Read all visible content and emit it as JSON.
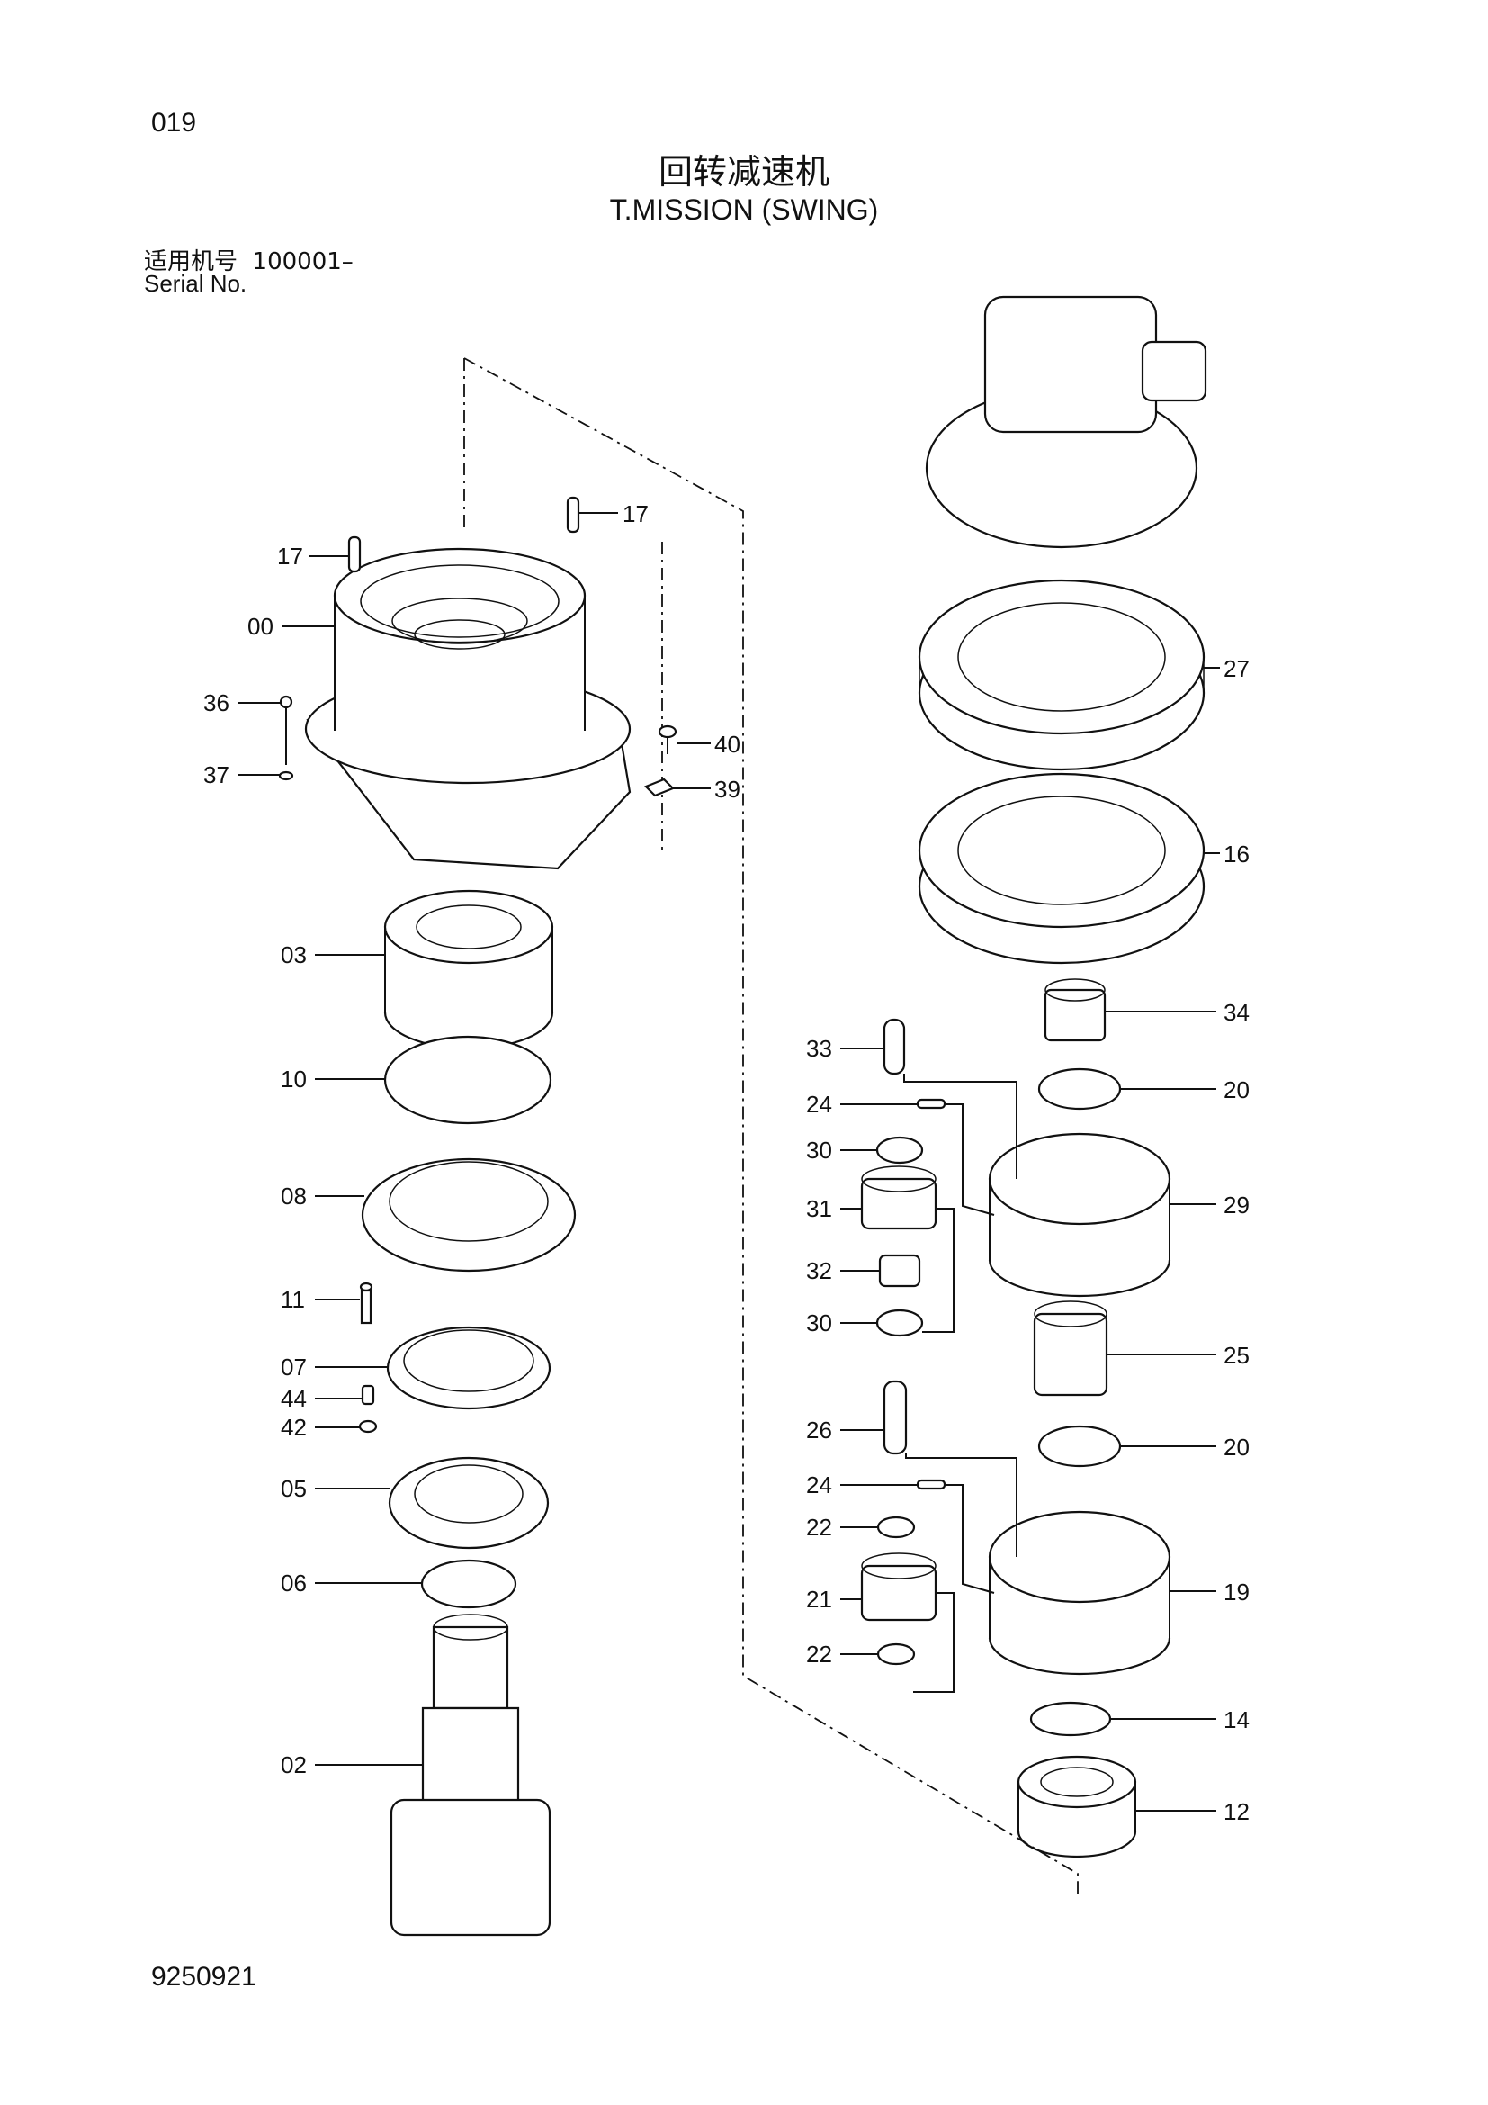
{
  "page_number": "019",
  "title_cn": "回转减速机",
  "title_en": "T.MISSION (SWING)",
  "serial_label_cn": "适用机号",
  "serial_value": "100001–",
  "serial_label_en": "Serial No.",
  "doc_number": "9250921",
  "callouts": {
    "p17a": "17",
    "p17b": "17",
    "p00": "00",
    "p36": "36",
    "p40": "40",
    "p37": "37",
    "p39": "39",
    "p03": "03",
    "p10": "10",
    "p08": "08",
    "p11": "11",
    "p07": "07",
    "p44": "44",
    "p42": "42",
    "p05": "05",
    "p06": "06",
    "p02": "02",
    "p27": "27",
    "p16": "16",
    "p34": "34",
    "p33": "33",
    "p20a": "20",
    "p24a": "24",
    "p30a": "30",
    "p29": "29",
    "p31": "31",
    "p32": "32",
    "p30b": "30",
    "p25": "25",
    "p26": "26",
    "p20b": "20",
    "p24b": "24",
    "p22a": "22",
    "p19": "19",
    "p21": "21",
    "p22b": "22",
    "p14": "14",
    "p12": "12"
  }
}
